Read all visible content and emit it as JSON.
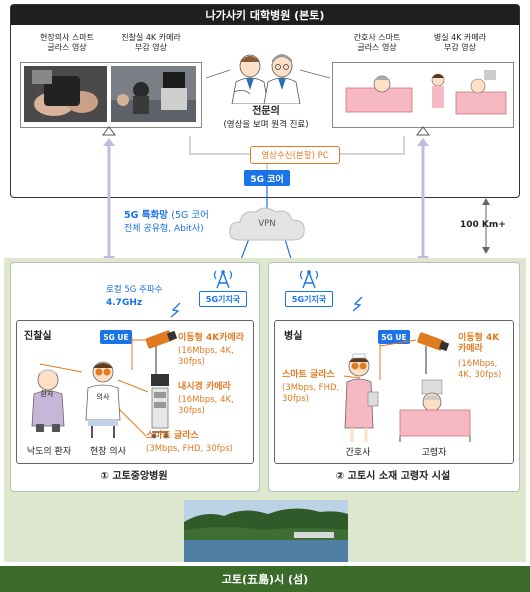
{
  "hospital": {
    "title": "나가사키 대학병원 (본토)",
    "left_label_1": [
      "현장의사 스마트",
      "글라스 영상"
    ],
    "left_label_2": [
      "진찰실 4K 카메라",
      "부감 영상"
    ],
    "right_label_1": [
      "간호사 스마트",
      "글라스 영상"
    ],
    "right_label_2": [
      "병실 4K 카메라",
      "부감 영상"
    ],
    "specialist_title": "전문의",
    "specialist_desc": "(영상을 보며 원격 진료)",
    "pc_label": "영상수신(분할) PC",
    "core_label": "5G 코어"
  },
  "network": {
    "vpn_label": "VPN",
    "distance_label": "100 Km+",
    "private_title": "5G 특화망",
    "private_desc_1": "(5G 코어",
    "private_desc_2": "전체 공유형, Abit사)",
    "local_freq_label": "로컬 5G 주파수",
    "local_freq_value": "4.7GHz",
    "bs_label": "5G기지국"
  },
  "site1": {
    "room_title": "진찰실",
    "ue_label": "5G UE",
    "camera_title": "이동형 4K카메라",
    "camera_spec_1": "(16Mbps, 4K,",
    "camera_spec_2": "30fps)",
    "endoscope_title": "내시경 카메라",
    "endoscope_spec_1": "(16Mbps, 4K,",
    "endoscope_spec_2": "30fps)",
    "glasses_title": "스마트 글라스",
    "glasses_spec": "(3Mbps, FHD, 30fps)",
    "patient_badge": "환자",
    "doctor_badge": "의사",
    "patient_label": "낙도의 환자",
    "doctor_label": "현장 의사",
    "site_name": "① 고토중앙병원"
  },
  "site2": {
    "room_title": "병실",
    "ue_label": "5G UE",
    "camera_title_1": "이동형 4K",
    "camera_title_2": "카메라",
    "camera_spec_1": "(16Mbps,",
    "camera_spec_2": "4K, 30fps)",
    "glasses_title": "스마트 글라스",
    "glasses_spec_1": "(3Mbps, FHD,",
    "glasses_spec_2": "30fps)",
    "nurse_label": "간호사",
    "elder_label": "고령자",
    "site_name": "② 고토시 소재 고령자 시설"
  },
  "footer": {
    "label": "고토(五島)시 (섬)"
  }
}
